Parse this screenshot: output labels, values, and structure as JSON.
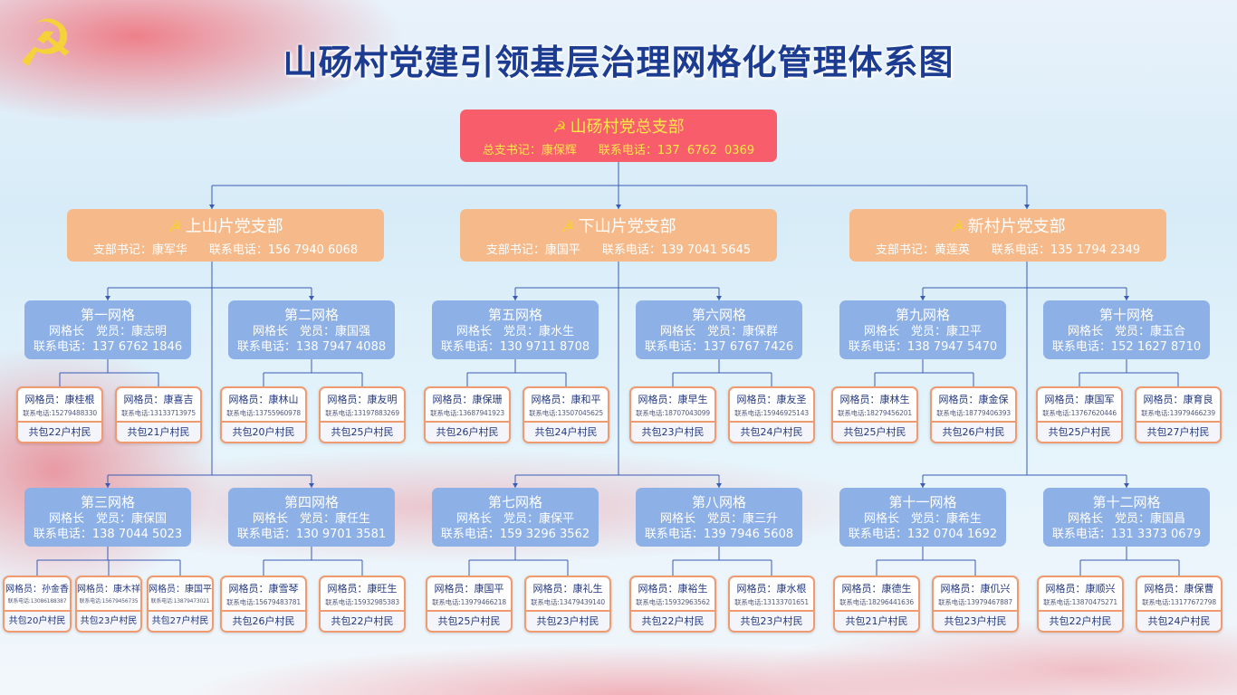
{
  "title": "山砀村党建引领基层治理网格化管理体系图",
  "hq": {
    "name": "山砀村党总支部",
    "secretary": "总支书记：康保辉",
    "phone": "联系电话：137 6762 0369"
  },
  "branches": [
    {
      "name": "上山片党支部",
      "secretary": "支部书记：康军华",
      "phone": "联系电话：156 7940 6068"
    },
    {
      "name": "下山片党支部",
      "secretary": "支部书记：康国平",
      "phone": "联系电话：139 7041 5645"
    },
    {
      "name": "新村片党支部",
      "secretary": "支部书记：黄莲英",
      "phone": "联系电话：135 1794 2349"
    }
  ],
  "grids": [
    {
      "name": "第一网格",
      "leader": "网格长　党员：康志明",
      "phone": "联系电话：137 6762 1846",
      "members": [
        {
          "name": "网格员：康桂根",
          "phone": "联系电话:15279488330",
          "households": "共包22户村民"
        },
        {
          "name": "网格员：康喜吉",
          "phone": "联系电话:13133713975",
          "households": "共包21户村民"
        }
      ]
    },
    {
      "name": "第二网格",
      "leader": "网格长　党员：康国强",
      "phone": "联系电话：138 7947 4088",
      "members": [
        {
          "name": "网格员：康林山",
          "phone": "联系电话:13755960978",
          "households": "共包20户村民"
        },
        {
          "name": "网格员：康友明",
          "phone": "联系电话:13197883269",
          "households": "共包25户村民"
        }
      ]
    },
    {
      "name": "第三网格",
      "leader": "网格长　党员：康保国",
      "phone": "联系电话：138 7044 5023",
      "members": [
        {
          "name": "网格员：孙金香",
          "phone": "联系电话:13086188387",
          "households": "共包20户村民"
        },
        {
          "name": "网格员：康木祥",
          "phone": "联系电话:15679456735",
          "households": "共包23户村民"
        },
        {
          "name": "网格员：康国平",
          "phone": "联系电话:13879473021",
          "households": "共包27户村民"
        }
      ]
    },
    {
      "name": "第四网格",
      "leader": "网格长　党员：康任生",
      "phone": "联系电话：130 9701 3581",
      "members": [
        {
          "name": "网格员：康雪琴",
          "phone": "联系电话:15679483781",
          "households": "共包26户村民"
        },
        {
          "name": "网格员：康旺生",
          "phone": "联系电话:15932985383",
          "households": "共包22户村民"
        }
      ]
    },
    {
      "name": "第五网格",
      "leader": "网格长　党员：康水生",
      "phone": "联系电话：130 9711 8708",
      "members": [
        {
          "name": "网格员：康保珊",
          "phone": "联系电话:13687941923",
          "households": "共包26户村民"
        },
        {
          "name": "网格员：康和平",
          "phone": "联系电话:13507045625",
          "households": "共包24户村民"
        }
      ]
    },
    {
      "name": "第六网格",
      "leader": "网格长　党员：康保群",
      "phone": "联系电话：137 6767 7426",
      "members": [
        {
          "name": "网格员：康早生",
          "phone": "联系电话:18707043099",
          "households": "共包23户村民"
        },
        {
          "name": "网格员：康友圣",
          "phone": "联系电话:15946925143",
          "households": "共包24户村民"
        }
      ]
    },
    {
      "name": "第七网格",
      "leader": "网格长　党员：康保平",
      "phone": "联系电话：159 3296 3562",
      "members": [
        {
          "name": "网格员：康国平",
          "phone": "联系电话:13979466218",
          "households": "共包25户村民"
        },
        {
          "name": "网格员：康礼生",
          "phone": "联系电话:13479439140",
          "households": "共包23户村民"
        }
      ]
    },
    {
      "name": "第八网格",
      "leader": "网格长　党员：康三升",
      "phone": "联系电话：139 7946 5608",
      "members": [
        {
          "name": "网格员：康裕生",
          "phone": "联系电话:15932963562",
          "households": "共包22户村民"
        },
        {
          "name": "网格员：康水根",
          "phone": "联系电话:13133701651",
          "households": "共包23户村民"
        }
      ]
    },
    {
      "name": "第九网格",
      "leader": "网格长　党员：康卫平",
      "phone": "联系电话：138 7947 5470",
      "members": [
        {
          "name": "网格员：康林生",
          "phone": "联系电话:18279456201",
          "households": "共包25户村民"
        },
        {
          "name": "网格员：康金保",
          "phone": "联系电话:18779406393",
          "households": "共包26户村民"
        }
      ]
    },
    {
      "name": "第十网格",
      "leader": "网格长　党员：康玉合",
      "phone": "联系电话：152 1627 8710",
      "members": [
        {
          "name": "网格员：康国军",
          "phone": "联系电话:13767620446",
          "households": "共包25户村民"
        },
        {
          "name": "网格员：康育良",
          "phone": "联系电话:13979466239",
          "households": "共包27户村民"
        }
      ]
    },
    {
      "name": "第十一网格",
      "leader": "网格长　党员：康希生",
      "phone": "联系电话：132 0704 1692",
      "members": [
        {
          "name": "网格员：康德生",
          "phone": "联系电话:18296441636",
          "households": "共包21户村民"
        },
        {
          "name": "网格员：康仉兴",
          "phone": "联系电话:13979467887",
          "households": "共包23户村民"
        }
      ]
    },
    {
      "name": "第十二网格",
      "leader": "网格长　党员：康国昌",
      "phone": "联系电话：131 3373 0679",
      "members": [
        {
          "name": "网格员：康顺兴",
          "phone": "联系电话:13870475271",
          "households": "共包22户村民"
        },
        {
          "name": "网格员：康保曹",
          "phone": "联系电话:13177672798",
          "households": "共包24户村民"
        }
      ]
    }
  ],
  "colors": {
    "hq": "#f85d6c",
    "branch": "#f6b98a",
    "grid": "#8db0e7",
    "line": "#3a5bb5",
    "title": "#1c3c92"
  }
}
